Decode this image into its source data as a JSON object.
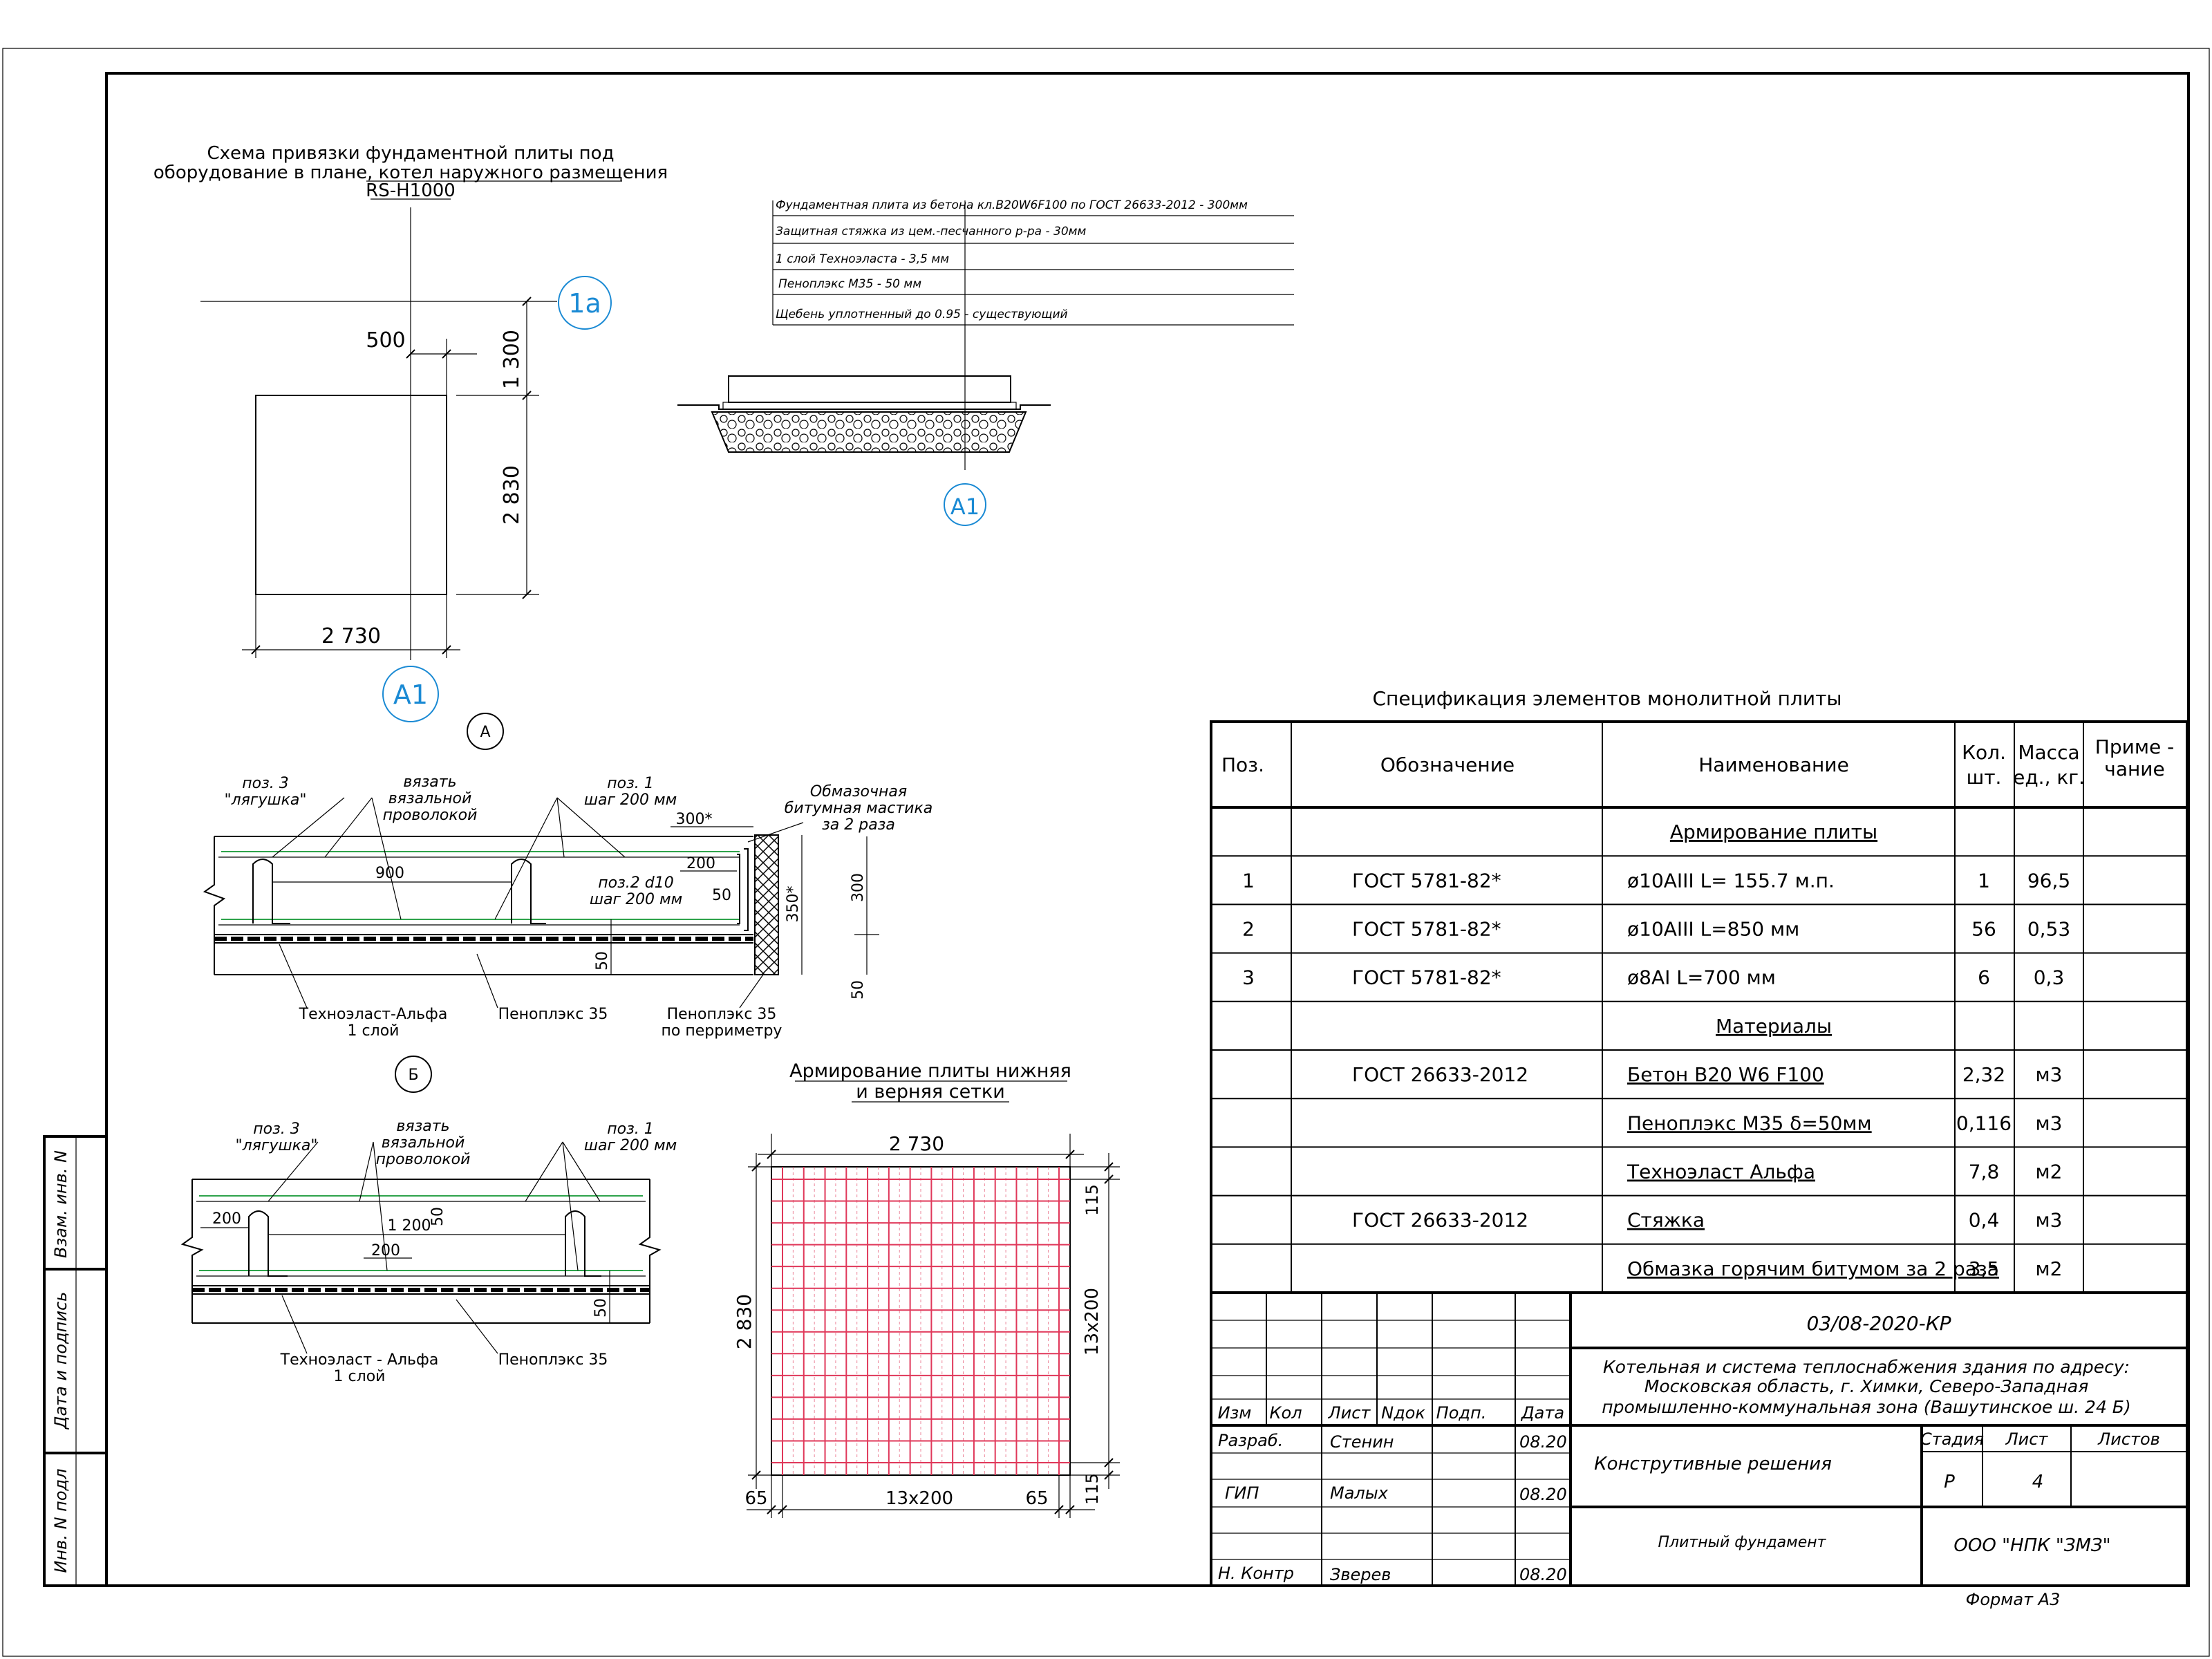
{
  "plan": {
    "title": [
      "Схема привязки фундаментной плиты под",
      "оборудование в плане, котел наружного размещения",
      "RS-H1000"
    ],
    "dim_500": "500",
    "dim_1300": "1 300",
    "dim_2830": "2 830",
    "dim_2730": "2 730",
    "axis_1a": "1а",
    "axis_A1": "А1"
  },
  "section": {
    "layers": [
      "Фундаментная плита из бетона кл.В20W6F100 по ГОСТ 26633-2012 - 300мм",
      "Защитная стяжка из цем.-песчанного р-ра - 30мм",
      "1 слой Техноэласта - 3,5 мм",
      "Пеноплэкс М35 - 50 мм",
      "Щебень уплотненный до 0.95 - существующий"
    ],
    "axis_A1": "А1"
  },
  "detailA": {
    "marker": "А",
    "pos3": [
      "поз. 3",
      "\"лягушка\""
    ],
    "tie": [
      "вязать",
      "вязальной",
      "проволокой"
    ],
    "pos1": [
      "поз. 1",
      "шаг 200 мм"
    ],
    "mastic": [
      "Обмазочная",
      "битумная мастика",
      "за 2 раза"
    ],
    "d300s": "300*",
    "d900": "900",
    "d200": "200",
    "pos2": [
      "поз.2 d10",
      "шаг 200 мм"
    ],
    "d50a": "50",
    "d350s": "350*",
    "d300": "300",
    "d50b": "50",
    "d50c": "50",
    "label_tech": [
      "Техноэласт-Альфа",
      "1 слой"
    ],
    "label_penoplex": "Пеноплэкс 35",
    "label_penoplex_per": [
      "Пеноплэкс 35",
      "по перриметру"
    ]
  },
  "detailB": {
    "marker": "Б",
    "pos3": [
      "поз. 3",
      "\"лягушка\""
    ],
    "tie": [
      "вязать",
      "вязальной",
      "проволокой"
    ],
    "pos1": [
      "поз. 1",
      "шаг 200 мм"
    ],
    "d200a": "200",
    "d1200": "1 200",
    "d50a": "50",
    "d200b": "200",
    "d50b": "50",
    "label_tech": [
      "Техноэласт - Альфа",
      "1 слой"
    ],
    "label_penoplex": "Пеноплэкс 35"
  },
  "mesh": {
    "title": [
      "Армирование плиты нижняя",
      "и верняя сетки"
    ],
    "d2730": "2 730",
    "d2830": "2 830",
    "d115a": "115",
    "d13x200v": "13х200",
    "d115b": "115",
    "d65a": "65",
    "d13x200h": "13х200",
    "d65b": "65",
    "grid_color": "#e0385a"
  },
  "spec": {
    "title": "Спецификация элементов монолитной плиты",
    "headers": {
      "pos": "Поз.",
      "designation": "Обозначение",
      "name": "Наименование",
      "qty": [
        "Кол.",
        "шт."
      ],
      "mass": [
        "Масса",
        "ед., кг."
      ],
      "note": [
        "Приме -",
        "чание"
      ]
    },
    "rows": [
      {
        "pos": "",
        "designation": "",
        "name": "Армирование плиты",
        "qty": "",
        "mass": ""
      },
      {
        "pos": "1",
        "designation": "ГОСТ 5781-82*",
        "name": "ø10AIII L= 155.7 м.п.",
        "qty": "1",
        "mass": "96,5"
      },
      {
        "pos": "2",
        "designation": "ГОСТ 5781-82*",
        "name": "ø10AIII L=850 мм",
        "qty": "56",
        "mass": "0,53"
      },
      {
        "pos": "3",
        "designation": "ГОСТ 5781-82*",
        "name": "ø8AI L=700 мм",
        "qty": "6",
        "mass": "0,3"
      },
      {
        "pos": "",
        "designation": "",
        "name": "Материалы",
        "qty": "",
        "mass": ""
      },
      {
        "pos": "",
        "designation": "ГОСТ 26633-2012",
        "name": "Бетон В20 W6 F100",
        "qty": "2,32",
        "mass": "м3"
      },
      {
        "pos": "",
        "designation": "",
        "name": "Пеноплэкс М35 δ=50мм",
        "qty": "0,116",
        "mass": "м3"
      },
      {
        "pos": "",
        "designation": "",
        "name": "Техноэласт Альфа",
        "qty": "7,8",
        "mass": "м2"
      },
      {
        "pos": "",
        "designation": "ГОСТ 26633-2012",
        "name": "Стяжка",
        "qty": "0,4",
        "mass": "м3"
      },
      {
        "pos": "",
        "designation": "",
        "name": "Обмазка горячим битумом за 2 раза",
        "qty": "3,5",
        "mass": "м2"
      }
    ]
  },
  "stamp": {
    "code": "03/08-2020-КР",
    "project": [
      "Котельная и система теплоснабжения здания по адресу:",
      "Московская область, г. Химки, Северо-Западная",
      "промышленно-коммунальная зона (Вашутинское ш. 24 Б)"
    ],
    "cols": {
      "izm": "Изм",
      "kol": "Кол",
      "list": "Лист",
      "ndok": "Nдок",
      "podp": "Подп.",
      "data": "Дата"
    },
    "people": [
      {
        "role": "Разраб.",
        "name": "Стенин",
        "date": "08.20"
      },
      {
        "role": "ГИП",
        "name": "Малых",
        "date": "08.20"
      },
      {
        "role": "Н. Контр",
        "name": "Зверев",
        "date": "08.20"
      }
    ],
    "section_name": "Конструтивные решения",
    "stage_h": "Стадия",
    "sheet_h": "Лист",
    "sheets_h": "Листов",
    "stage": "Р",
    "sheet": "4",
    "drawing_name": "Плитный фундамент",
    "company": "ООО \"НПК \"ЗМЗ\"",
    "format": "Формат А3"
  },
  "side": {
    "vzam": "Взам. инв. N",
    "date_sign": "Дата и подпись",
    "inv": "Инв. N подл"
  }
}
